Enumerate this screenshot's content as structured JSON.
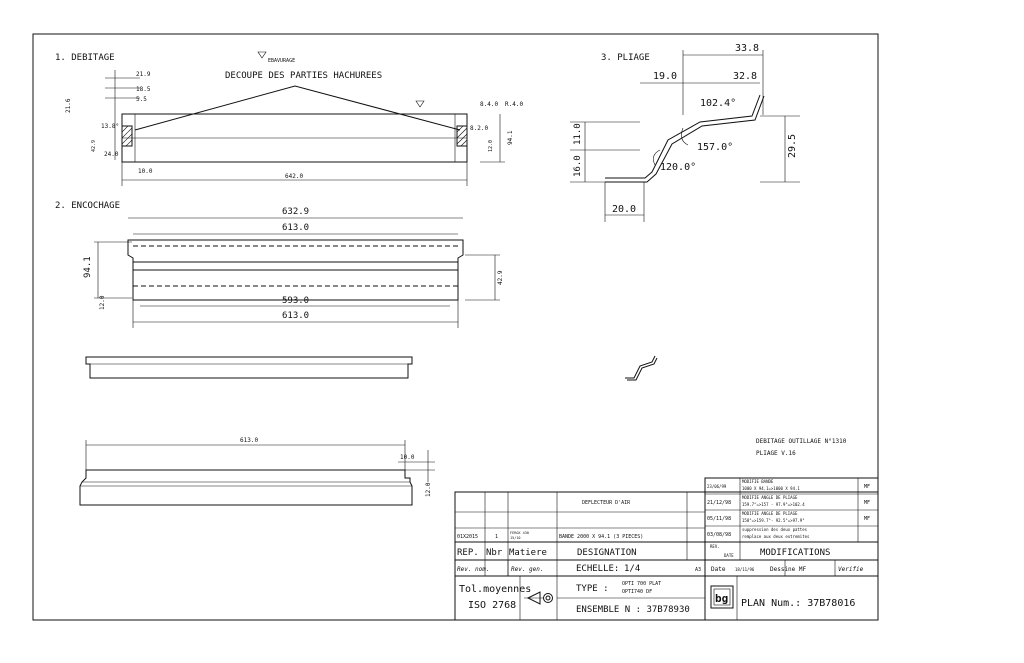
{
  "sections": {
    "debitage": "1. DEBITAGE",
    "encochage": "2. ENCOCHAGE",
    "pliage": "3. PLIAGE"
  },
  "debitage": {
    "ebavurage": "EBAVURAGE",
    "decoupe": "DECOUPE DES PARTIES HACHUREES",
    "dims": {
      "d21_9": "21.9",
      "d18_5": "18.5",
      "d5_5": "5.5",
      "d21_6": "21.6",
      "d13_8": "13.8°",
      "d42_9": "42.9",
      "d24_0": "24.0",
      "d10_0": "10.0",
      "d642": "642.0",
      "d8_4a": "8.4.0",
      "d8_4b": "R.4.0",
      "d8_2": "8.2.0",
      "d12_0": "12.0",
      "d94_1": "94.1"
    }
  },
  "encochage": {
    "d632_9": "632.9",
    "d613_top": "613.0",
    "d593": "593.0",
    "d613_bot": "613.0",
    "d94_1": "94.1",
    "d42_9": "42.9",
    "d12_0": "12.0"
  },
  "pliage": {
    "d33_8": "33.8",
    "d19_0": "19.0",
    "d32_8": "32.8",
    "a102_4": "102.4°",
    "a157_0": "157.0°",
    "a120_0": "120.0°",
    "d29_5": "29.5",
    "d11_0": "11.0",
    "d16_0": "16.0",
    "d20_0": "20.0"
  },
  "bottom_view": {
    "d613": "613.0",
    "d10": "10.0",
    "d12": "12.0"
  },
  "notes": {
    "line1": "DEBITAGE OUTILLAGE N°1310",
    "line2": "PLIAGE V.16"
  },
  "title_block": {
    "deflecteur": "DEFLECTEUR D'AIR",
    "part_ref": "01X2015",
    "qty": "1",
    "matiere_small1": "FEROX 430",
    "matiere_small2": "15/10",
    "designation_value": "BANDE 2000 X 94.1 (3 PIECES)",
    "rep": "REP.",
    "nbr": "Nbr",
    "matiere": "Matiere",
    "designation": "DESIGNATION",
    "echelle_label": "ECHELLE:",
    "echelle_value": "1/4",
    "format": "A3",
    "rev_nom": "Rev. nom.",
    "rev_gen": "Rev. gen.",
    "tol_line1": "Tol.moyennes",
    "tol_line2": "ISO 2768",
    "type_label": "TYPE :",
    "type_line1": "OPTI 700 PLAT",
    "type_line2": "OPTI740 DF",
    "ensemble": "ENSEMBLE N :  37B78930",
    "logo": "bg",
    "plan_num": "PLAN Num.: 37B78016",
    "date_label": "Date",
    "date_value": "18/11/96",
    "dessine": "Dessine MF",
    "verifie": "Verifie",
    "modifications": "MODIFICATIONS",
    "rev_label": "REV.",
    "date_col": "DATE",
    "revisions": [
      {
        "date": "23/06/99",
        "text1": "MODIFIE BANDE",
        "text2": "1000 X 94.1=>1000 X 94.1",
        "by": "MF"
      },
      {
        "date": "21/12/98",
        "text1": "MODIFIE ANGLE DE PLIAGE",
        "text2": "159.7°=>157 - 97.9°=>102.4",
        "by": "MF"
      },
      {
        "date": "05/11/98",
        "text1": "MODIFIE ANGLE DE PLIAGE",
        "text2": "158°=>159.7°- 92.5°=>97.9°",
        "by": "MF"
      },
      {
        "date": "03/08/98",
        "text1": "suppression des deux pattes",
        "text2": "remplace aux deux extremites",
        "by": ""
      }
    ]
  }
}
